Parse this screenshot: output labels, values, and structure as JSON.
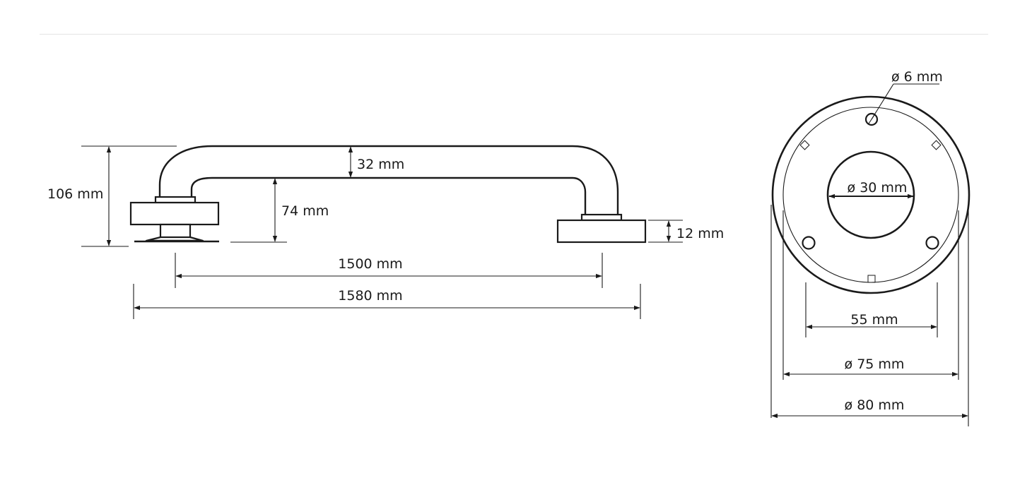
{
  "side_view": {
    "height_total": "106 mm",
    "tube_diameter": "32 mm",
    "inner_height": "74 mm",
    "base_thickness": "12 mm",
    "center_distance": "1500 mm",
    "overall_length": "1580 mm"
  },
  "front_view": {
    "screw_hole": "ø 6 mm",
    "tube_opening": "ø 30 mm",
    "hole_spacing": "55 mm",
    "inner_ring": "ø 75 mm",
    "outer_ring": "ø 80 mm"
  }
}
